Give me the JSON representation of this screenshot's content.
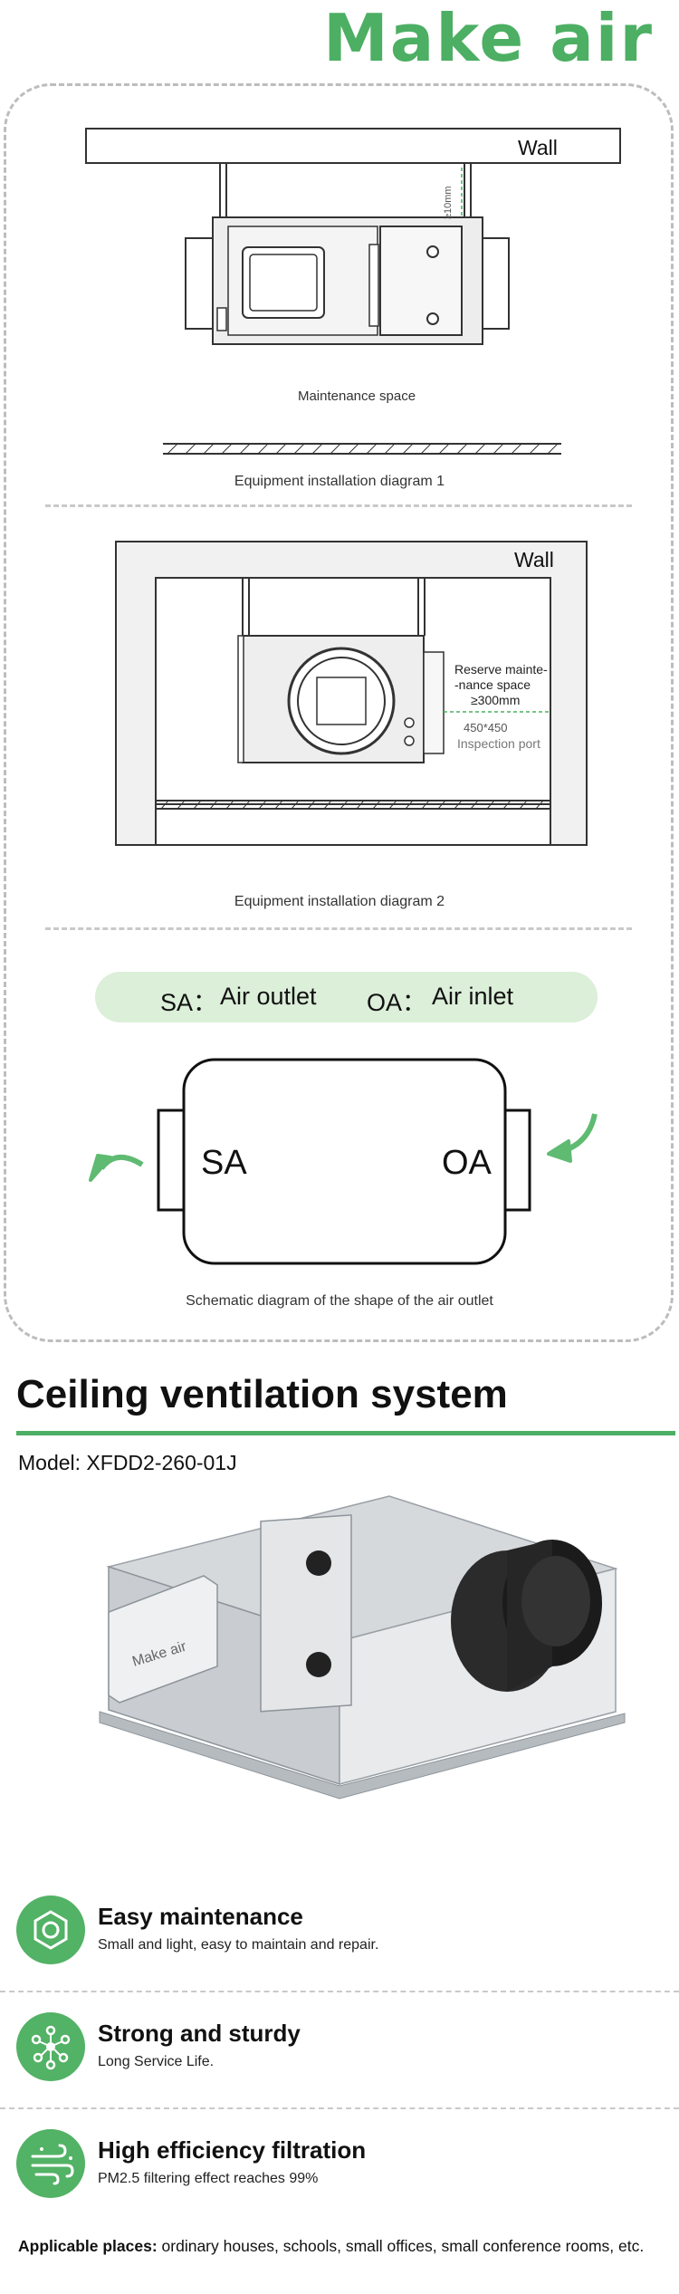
{
  "brand": {
    "logo_text": "Make air",
    "accent_color": "#4caf63"
  },
  "diagram1": {
    "wall_label": "Wall",
    "clearance_label": "≥10mm",
    "maintenance_label": "Maintenance space",
    "caption": "Equipment installation diagram 1"
  },
  "diagram2": {
    "wall_label": "Wall",
    "reserve_line1": "Reserve mainte-",
    "reserve_line2": "-nance space",
    "reserve_line3": "≥300mm",
    "port_size": "450*450",
    "port_label": "Inspection port",
    "caption": "Equipment installation diagram 2"
  },
  "legend": {
    "sa_key": "SA：",
    "sa_value": "Air outlet",
    "oa_key": "OA：",
    "oa_value": "Air inlet"
  },
  "diagram3": {
    "sa_label": "SA",
    "oa_label": "OA",
    "caption": "Schematic diagram of the shape of the air outlet"
  },
  "product": {
    "title": "Ceiling ventilation system",
    "model": "Model: XFDD2-260-01J",
    "unit_logo": "Make air"
  },
  "features": [
    {
      "icon": "hex-nut-icon",
      "title": "Easy maintenance",
      "desc": "Small and light, easy to maintain and repair."
    },
    {
      "icon": "molecule-network-icon",
      "title": "Strong and sturdy",
      "desc": "Long Service Life."
    },
    {
      "icon": "wind-filter-icon",
      "title": "High efficiency filtration",
      "desc": "PM2.5 filtering effect reaches 99%"
    }
  ],
  "applicable": {
    "label": "Applicable places:",
    "text": " ordinary houses, schools, small offices, small conference rooms, etc."
  }
}
